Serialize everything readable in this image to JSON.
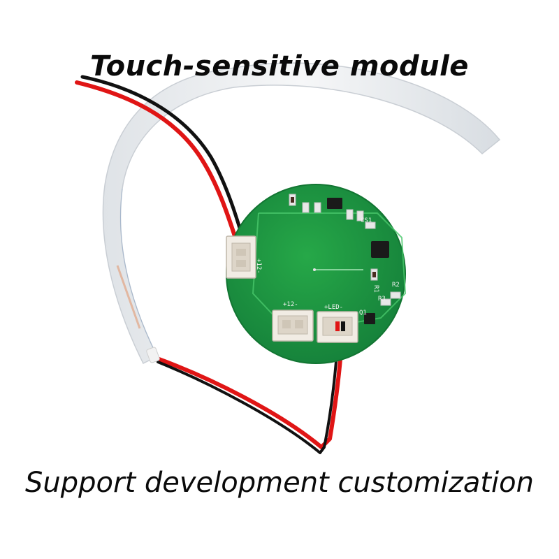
{
  "caption": {
    "title": "Touch-sensitive module",
    "subtitle": "Support development customization"
  },
  "pcb": {
    "labels": {
      "left_connector": "+12-",
      "bottom_left_connector": "+12-",
      "bottom_right_connector": "+LED-",
      "cs1": "CS1",
      "r1": "R1",
      "r2": "R2",
      "r3": "R3",
      "q1": "Q1"
    }
  },
  "colors": {
    "pcb_green": "#1f9a3e",
    "wire_red": "#e01515",
    "wire_black": "#111111",
    "ribbon": "#e9ecef"
  }
}
